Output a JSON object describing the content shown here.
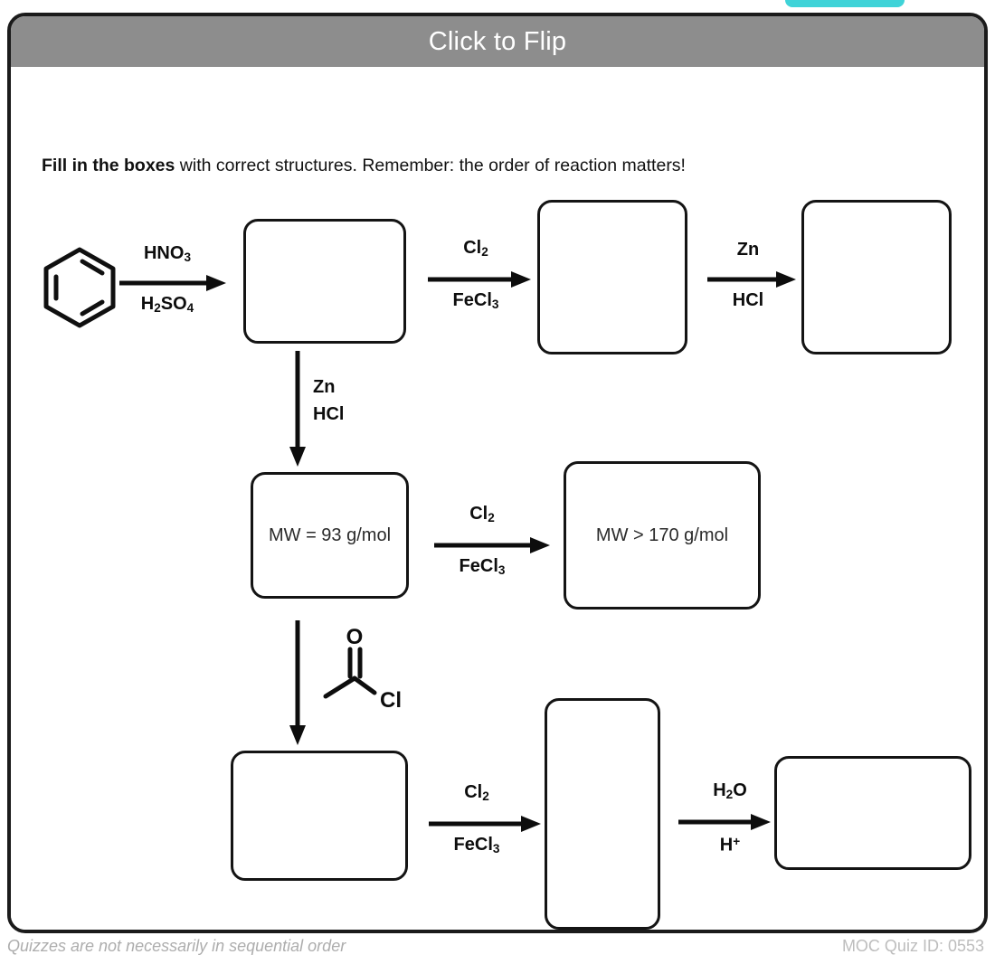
{
  "card": {
    "header_title": "Click to Flip",
    "instruction_bold": "Fill in the boxes",
    "instruction_rest": " with correct structures. Remember: the order of reaction matters!"
  },
  "footer": {
    "note": "Quizzes are not necessarily in sequential order",
    "quiz_id": "MOC Quiz ID: 0553"
  },
  "colors": {
    "header_bg": "#8d8d8d",
    "header_text": "#ffffff",
    "card_border": "#1b1b1b",
    "box_border": "#141414",
    "ink": "#0d0d0d",
    "footer_text": "#b3b3b3",
    "tab_teal": "#3fd3d8"
  },
  "scheme": {
    "start_material": "benzene",
    "reagent_structure": "acetyl-chloride",
    "reactions": [
      {
        "id": "r1",
        "top": "HNO",
        "top_sub": "3",
        "bottom": "H",
        "bottom_sub1": "2",
        "bottom_mid": "SO",
        "bottom_sub2": "4",
        "direction": "right"
      },
      {
        "id": "r2",
        "top": "Cl",
        "top_sub": "2",
        "bottom": "FeCl",
        "bottom_sub2": "3",
        "direction": "right"
      },
      {
        "id": "r3",
        "top": "Zn",
        "bottom": "HCl",
        "direction": "right"
      },
      {
        "id": "r4",
        "top": "Zn",
        "bottom": "HCl",
        "direction": "down"
      },
      {
        "id": "r5",
        "top": "Cl",
        "top_sub": "2",
        "bottom": "FeCl",
        "bottom_sub2": "3",
        "direction": "right"
      },
      {
        "id": "r6",
        "top": "",
        "bottom": "",
        "direction": "down",
        "reagent": "acetyl chloride"
      },
      {
        "id": "r7",
        "top": "Cl",
        "top_sub": "2",
        "bottom": "FeCl",
        "bottom_sub2": "3",
        "direction": "right"
      },
      {
        "id": "r8",
        "top": "H",
        "top_sub": "2",
        "top_mid": "O",
        "bottom": "H",
        "bottom_sup": "+",
        "direction": "right"
      }
    ],
    "boxes": [
      {
        "id": "box1",
        "label": ""
      },
      {
        "id": "box2",
        "label": ""
      },
      {
        "id": "box3",
        "label": ""
      },
      {
        "id": "box4",
        "label": "MW = 93 g/mol"
      },
      {
        "id": "box5",
        "label": "MW > 170 g/mol"
      },
      {
        "id": "box6",
        "label": ""
      },
      {
        "id": "box7",
        "label": ""
      },
      {
        "id": "box8",
        "label": ""
      }
    ],
    "labels": {
      "mw_93": "MW = 93 g/mol",
      "mw_170": "MW > 170 g/mol",
      "hno3": "HNO3",
      "h2so4": "H2SO4",
      "cl2": "Cl2",
      "fecl3": "FeCl3",
      "zn": "Zn",
      "hcl": "HCl",
      "h2o": "H2O",
      "hplus": "H+",
      "acyl_o": "O",
      "acyl_cl": "Cl"
    }
  }
}
